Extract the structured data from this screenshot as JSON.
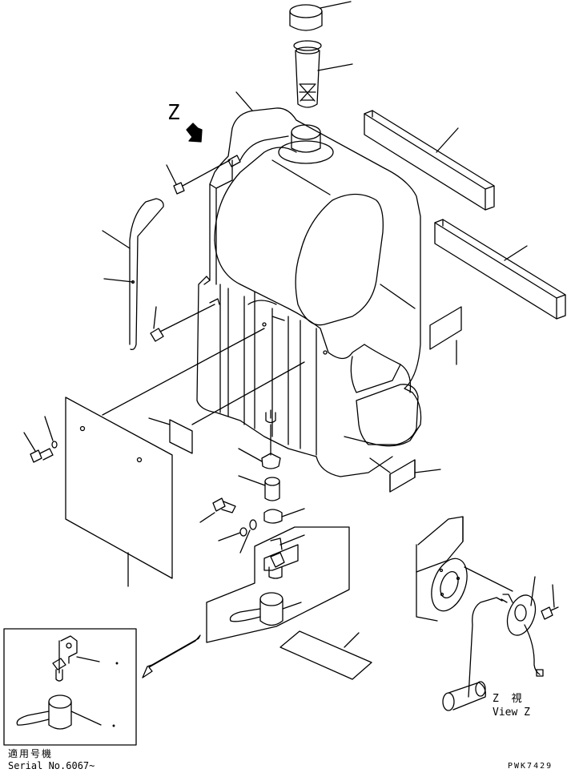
{
  "labels": {
    "view_marker": "Z",
    "view_title_jp": "Z 視",
    "view_title_en": "View Z",
    "serial_heading_jp": "適用号機",
    "serial_range": "Serial No.6067~",
    "drawing_code": "PWK7429"
  },
  "colors": {
    "ink": "#000000",
    "paper": "#ffffff"
  },
  "icons": {
    "view_arrow": "view-direction-arrow-icon",
    "inset_arrow": "inset-pointer-arrow-icon"
  }
}
